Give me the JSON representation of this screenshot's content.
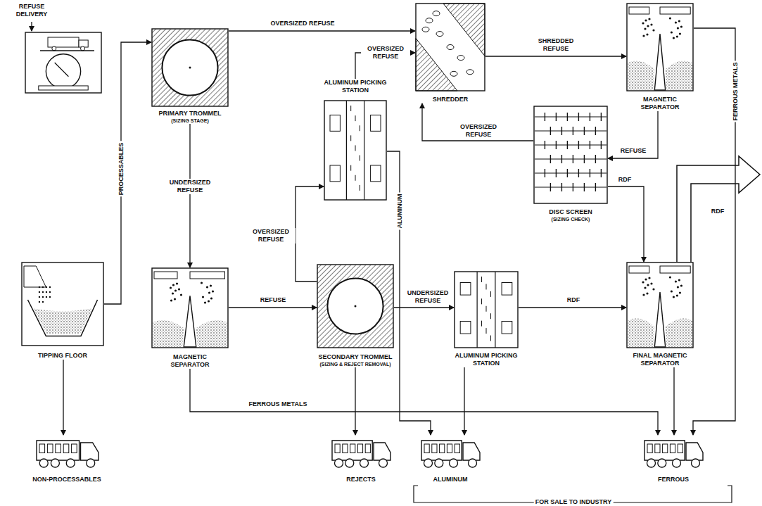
{
  "diagram": {
    "nodes": [
      {
        "text": [
          "REFUSE DELIVERY"
        ]
      },
      {
        "text": [
          "TIPPING FLOOR"
        ]
      },
      {
        "text": [
          "NON-PROCESSABLES"
        ]
      },
      {
        "text": [
          "PRIMARY TROMMEL",
          "(SIZING STAGE)"
        ]
      },
      {
        "text": [
          "MAGNETIC SEPARATOR"
        ]
      },
      {
        "text": [
          "SECONDARY TROMMEL",
          "(SIZING & REJECT REMOVAL)"
        ]
      },
      {
        "text": [
          "ALUMINUM PICKING STATION"
        ]
      },
      {
        "text": [
          "ALUMINUM PICKING STATION"
        ]
      },
      {
        "text": [
          "SHREDDER"
        ]
      },
      {
        "text": [
          "MAGNETIC SEPARATOR"
        ]
      },
      {
        "text": [
          "DISC SCREEN",
          "(SIZING CHECK)"
        ]
      },
      {
        "text": [
          "FINAL MAGNETIC SEPARATOR"
        ]
      },
      {
        "text": [
          "REJECTS"
        ]
      },
      {
        "text": [
          "ALUMINUM"
        ]
      },
      {
        "text": [
          "FERROUS"
        ]
      }
    ],
    "edges": [
      {
        "from": 1,
        "to": 3,
        "arrow": "to",
        "label": "PROCESSABLES"
      },
      {
        "from": 1,
        "to": 2,
        "arrow": "to"
      },
      {
        "from": 3,
        "to": 8,
        "arrow": "to",
        "label": "OVERSIZED REFUSE"
      },
      {
        "from": 3,
        "to": 4,
        "arrow": "to",
        "label": "UNDERSIZED REFUSE"
      },
      {
        "from": 4,
        "to": 5,
        "arrow": "to",
        "label": "REFUSE"
      },
      {
        "from": 4,
        "to": 14,
        "arrow": "to",
        "label": "FERROUS METALS"
      },
      {
        "from": 5,
        "to": 6,
        "arrow": "to",
        "label": "OVERSIZED REFUSE"
      },
      {
        "from": 5,
        "to": 7,
        "arrow": "to",
        "label": "UNDERSIZED REFUSE"
      },
      {
        "from": 5,
        "to": 12,
        "arrow": "to"
      },
      {
        "from": 6,
        "to": 8,
        "arrow": "to",
        "label": "OVERSIZED REFUSE"
      },
      {
        "from": 6,
        "to": 13,
        "arrow": "to",
        "label": "ALUMINUM"
      },
      {
        "from": 7,
        "to": 13,
        "arrow": "to"
      },
      {
        "from": 7,
        "to": 11,
        "arrow": "to",
        "label": "RDF"
      },
      {
        "from": 8,
        "to": 9,
        "arrow": "to",
        "label": "SHREDDED REFUSE"
      },
      {
        "from": 9,
        "to": 10,
        "arrow": "to",
        "label": "REFUSE"
      },
      {
        "from": 9,
        "to": 14,
        "arrow": "to",
        "label": "FERROUS METALS"
      },
      {
        "from": 10,
        "to": 8,
        "arrow": "to",
        "label": "OVERSIZED REFUSE"
      },
      {
        "from": 10,
        "to": 11,
        "arrow": "to",
        "label": "RDF"
      },
      {
        "from": 11,
        "to": 14,
        "arrow": "to"
      }
    ],
    "labels": [
      "RDF",
      "FOR SALE TO INDUSTRY"
    ]
  }
}
